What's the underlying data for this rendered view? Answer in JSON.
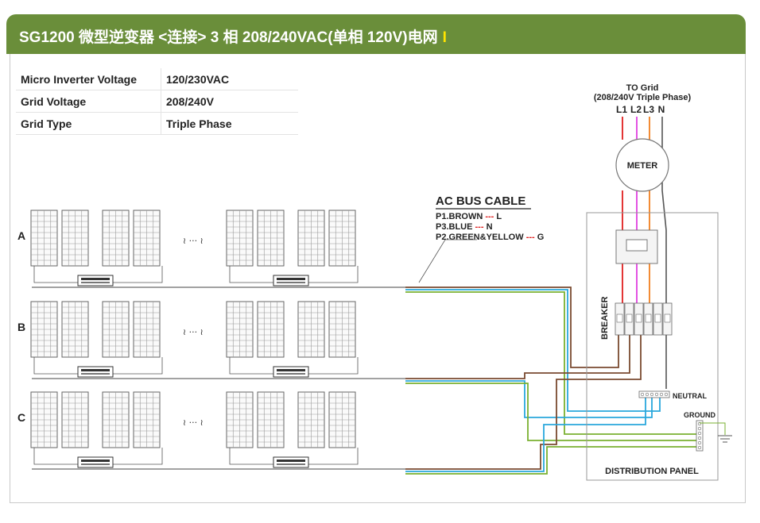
{
  "header": {
    "title": "SG1200 微型逆变器 <连接> 3 相 208/240VAC(单相 120V)电网",
    "mark": "I",
    "color": "#6a8e3a"
  },
  "specs": [
    {
      "label": "Micro Inverter Voltage",
      "value": "120/230VAC"
    },
    {
      "label": "Grid  Voltage",
      "value": "208/240V"
    },
    {
      "label": "Grid Type",
      "value": "Triple Phase"
    }
  ],
  "grid": {
    "title": "TO Grid",
    "subtitle": "(208/240V Triple Phase)",
    "phases": [
      "L1",
      "L2",
      "L3",
      "N"
    ],
    "phase_colors": {
      "L1": "#e02020",
      "L2": "#e040e0",
      "L3": "#f08020",
      "N": "#555555"
    }
  },
  "meter_label": "METER",
  "breaker_label": "BREAKER",
  "neutral_label": "NEUTRAL",
  "ground_label": "GROUND",
  "panel_label": "DISTRIBUTION PANEL",
  "ac_bus": {
    "title": "AC BUS CABLE",
    "items": [
      {
        "name": "P1.BROWN",
        "dash": "---",
        "code": "L"
      },
      {
        "name": "P3.BLUE",
        "dash": "---",
        "code": "N"
      },
      {
        "name": "P2.GREEN&YELLOW",
        "dash": "---",
        "code": "G"
      }
    ],
    "colors": {
      "brown": "#7a4a30",
      "blue": "#2aa7dc",
      "green": "#7ab030"
    }
  },
  "rows": [
    "A",
    "B",
    "C"
  ],
  "ellipsis": "≀ ··· ≀"
}
